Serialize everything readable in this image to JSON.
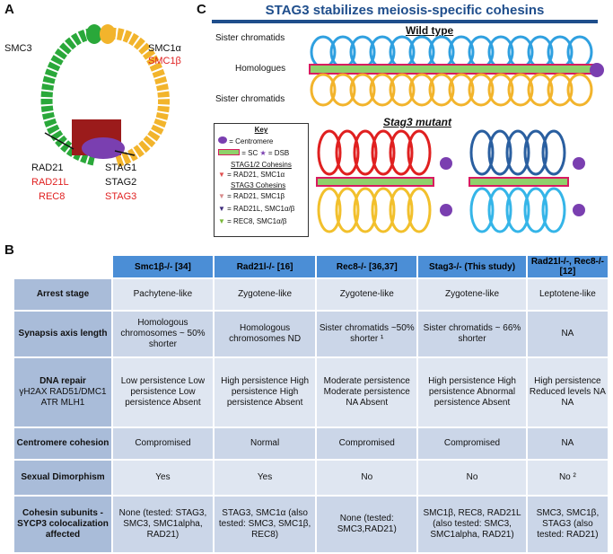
{
  "panels": {
    "a": "A",
    "b": "B",
    "c": "C"
  },
  "panel_a": {
    "smc3": "SMC3",
    "smc1a": "SMC1α",
    "smc1b": "SMC1β",
    "rad21": "RAD21",
    "rad21l": "RAD21L",
    "rec8": "REC8",
    "stag1": "STAG1",
    "stag2": "STAG2",
    "stag3": "STAG3"
  },
  "panel_c": {
    "title": "STAG3 stabilizes meiosis-specific cohesins",
    "wild_type": "Wild type",
    "stag3_mutant": "Stag3 mutant",
    "sister_top": "Sister chromatids",
    "homologues": "Homologues",
    "sister_bottom": "Sister chromatids",
    "key": {
      "title": "Key",
      "centromere": "= Centromere",
      "sc": "= SC",
      "dsb": "= DSB",
      "stag12": "STAG1/2 Cohesins",
      "rad21_smc1a": "= RAD21, SMC1α",
      "stag3": "STAG3 Cohesins",
      "rad21_smc1b": "= RAD21, SMC1β",
      "rad21l_smc1ab": "= RAD21L, SMC1α/β",
      "rec8_smc1ab": "= REC8, SMC1α/β"
    }
  },
  "table": {
    "columns": [
      "Smc1β-/- [34]",
      "Rad21l-/- [16]",
      "Rec8-/- [36,37]",
      "Stag3-/- (This study)",
      "Rad21l-/-, Rec8-/- [12]"
    ],
    "rows": [
      {
        "header": "Arrest stage",
        "sub": "",
        "cells": [
          "Pachytene-like",
          "Zygotene-like",
          "Zygotene-like",
          "Zygotene-like",
          "Leptotene-like"
        ]
      },
      {
        "header": "Synapsis axis length",
        "sub": "",
        "cells": [
          "Homologous chromosomes ~ 50% shorter",
          "Homologous chromosomes ND",
          "Sister chromatids ~50% shorter ¹",
          "Sister chromatids ~ 66% shorter",
          "NA"
        ]
      },
      {
        "header": "DNA repair",
        "sub": "γH2AX RAD51/DMC1 ATR MLH1",
        "cells": [
          "Low persistence Low persistence Low persistence Absent",
          "High persistence High persistence High persistence Absent",
          "Moderate persistence Moderate persistence NA Absent",
          "High persistence High persistence Abnormal persistence Absent",
          "High persistence Reduced levels NA NA"
        ]
      },
      {
        "header": "Centromere cohesion",
        "sub": "",
        "cells": [
          "Compromised",
          "Normal",
          "Compromised",
          "Compromised",
          "NA"
        ]
      },
      {
        "header": "Sexual Dimorphism",
        "sub": "",
        "cells": [
          "Yes",
          "Yes",
          "No",
          "No",
          "No ²"
        ]
      },
      {
        "header": "Cohesin subunits - SYCP3 colocalization affected",
        "sub": "",
        "cells": [
          "None (tested: STAG3, SMC3, SMC1alpha, RAD21)",
          "STAG3, SMC1α (also tested: SMC3, SMC1β, REC8)",
          "None (tested: SMC3,RAD21)",
          "SMC1β, REC8, RAD21L (also tested: SMC3, SMC1alpha, RAD21)",
          "SMC3, SMC1β, STAG3 (also tested: RAD21)"
        ]
      }
    ]
  }
}
